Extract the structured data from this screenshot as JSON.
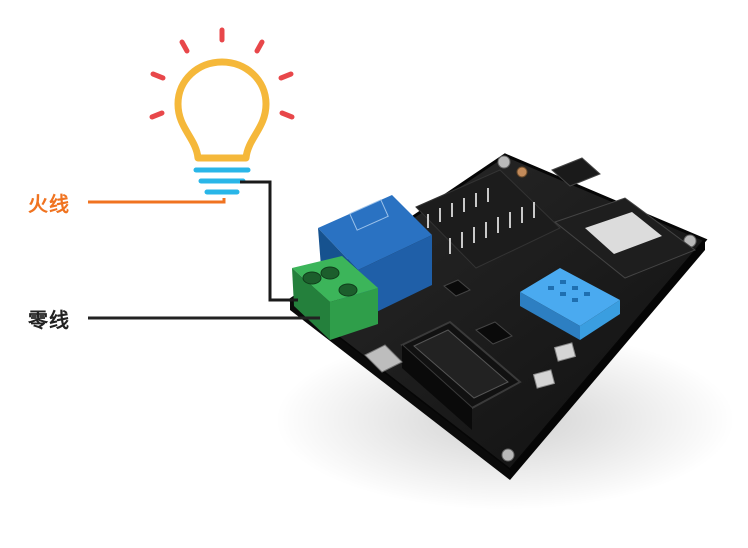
{
  "labels": {
    "live": "火线",
    "neutral": "零线"
  },
  "colors": {
    "live_wire": "#f07320",
    "neutral_wire": "#222222",
    "bulb_outline": "#f5b83a",
    "bulb_base": "#29b6e8",
    "rays": "#e8474a",
    "pcb": "#161616",
    "relay": "#1f5fa8",
    "terminal": "#2f9e4a",
    "sensor": "#3a9ee0"
  },
  "icons": {
    "bulb": "light-bulb-icon",
    "board": "development-board-image"
  }
}
